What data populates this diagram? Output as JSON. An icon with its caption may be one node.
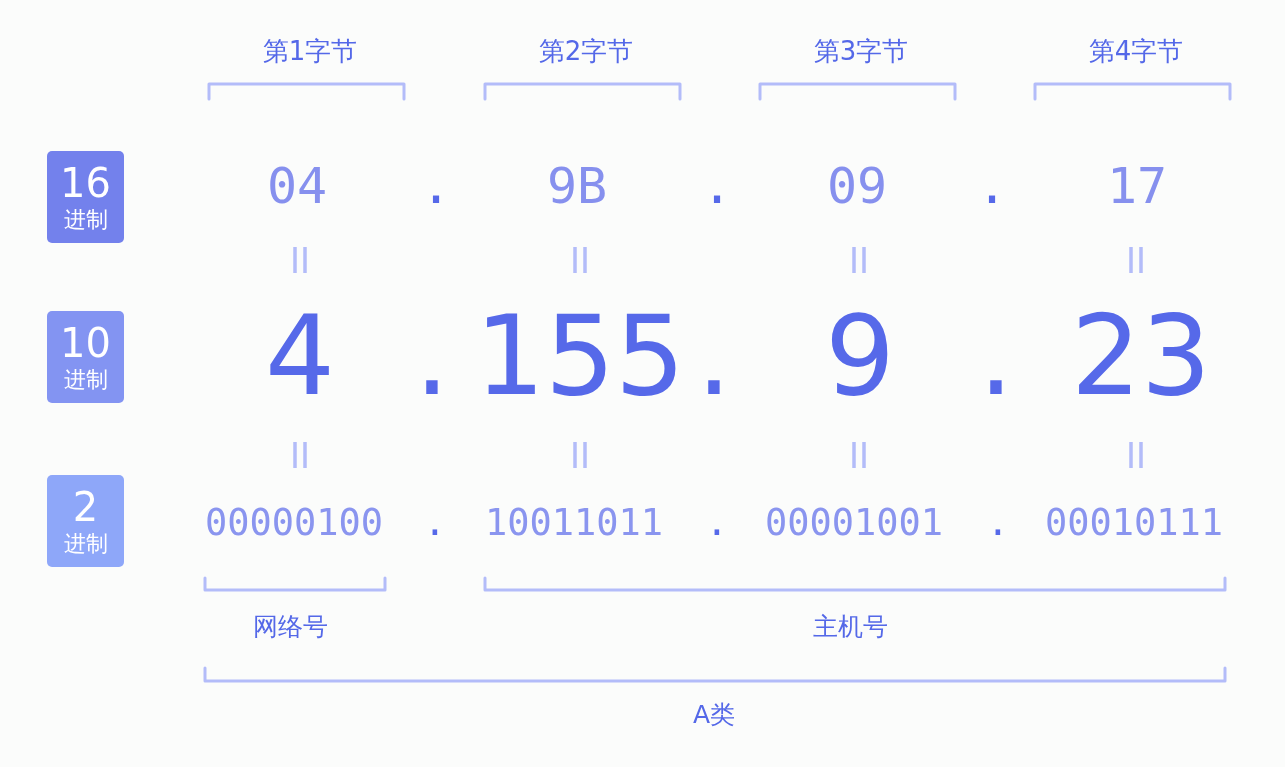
{
  "diagram": {
    "nodes": [
      {
        "text": [
          "16",
          "进制"
        ]
      },
      {
        "text": [
          "10",
          "进制"
        ]
      },
      {
        "text": [
          "2",
          "进制"
        ]
      }
    ],
    "labels": [
      "第1字节",
      "第2字节",
      "第3字节",
      "第4字节",
      "04",
      ".",
      "9B",
      ".",
      "09",
      ".",
      "17",
      "4",
      ".",
      "155",
      ".",
      "9",
      ".",
      "23",
      "00000100",
      ".",
      "10011011",
      ".",
      "00001001",
      ".",
      "00010111",
      "网络号",
      "主机号",
      "A类"
    ]
  }
}
